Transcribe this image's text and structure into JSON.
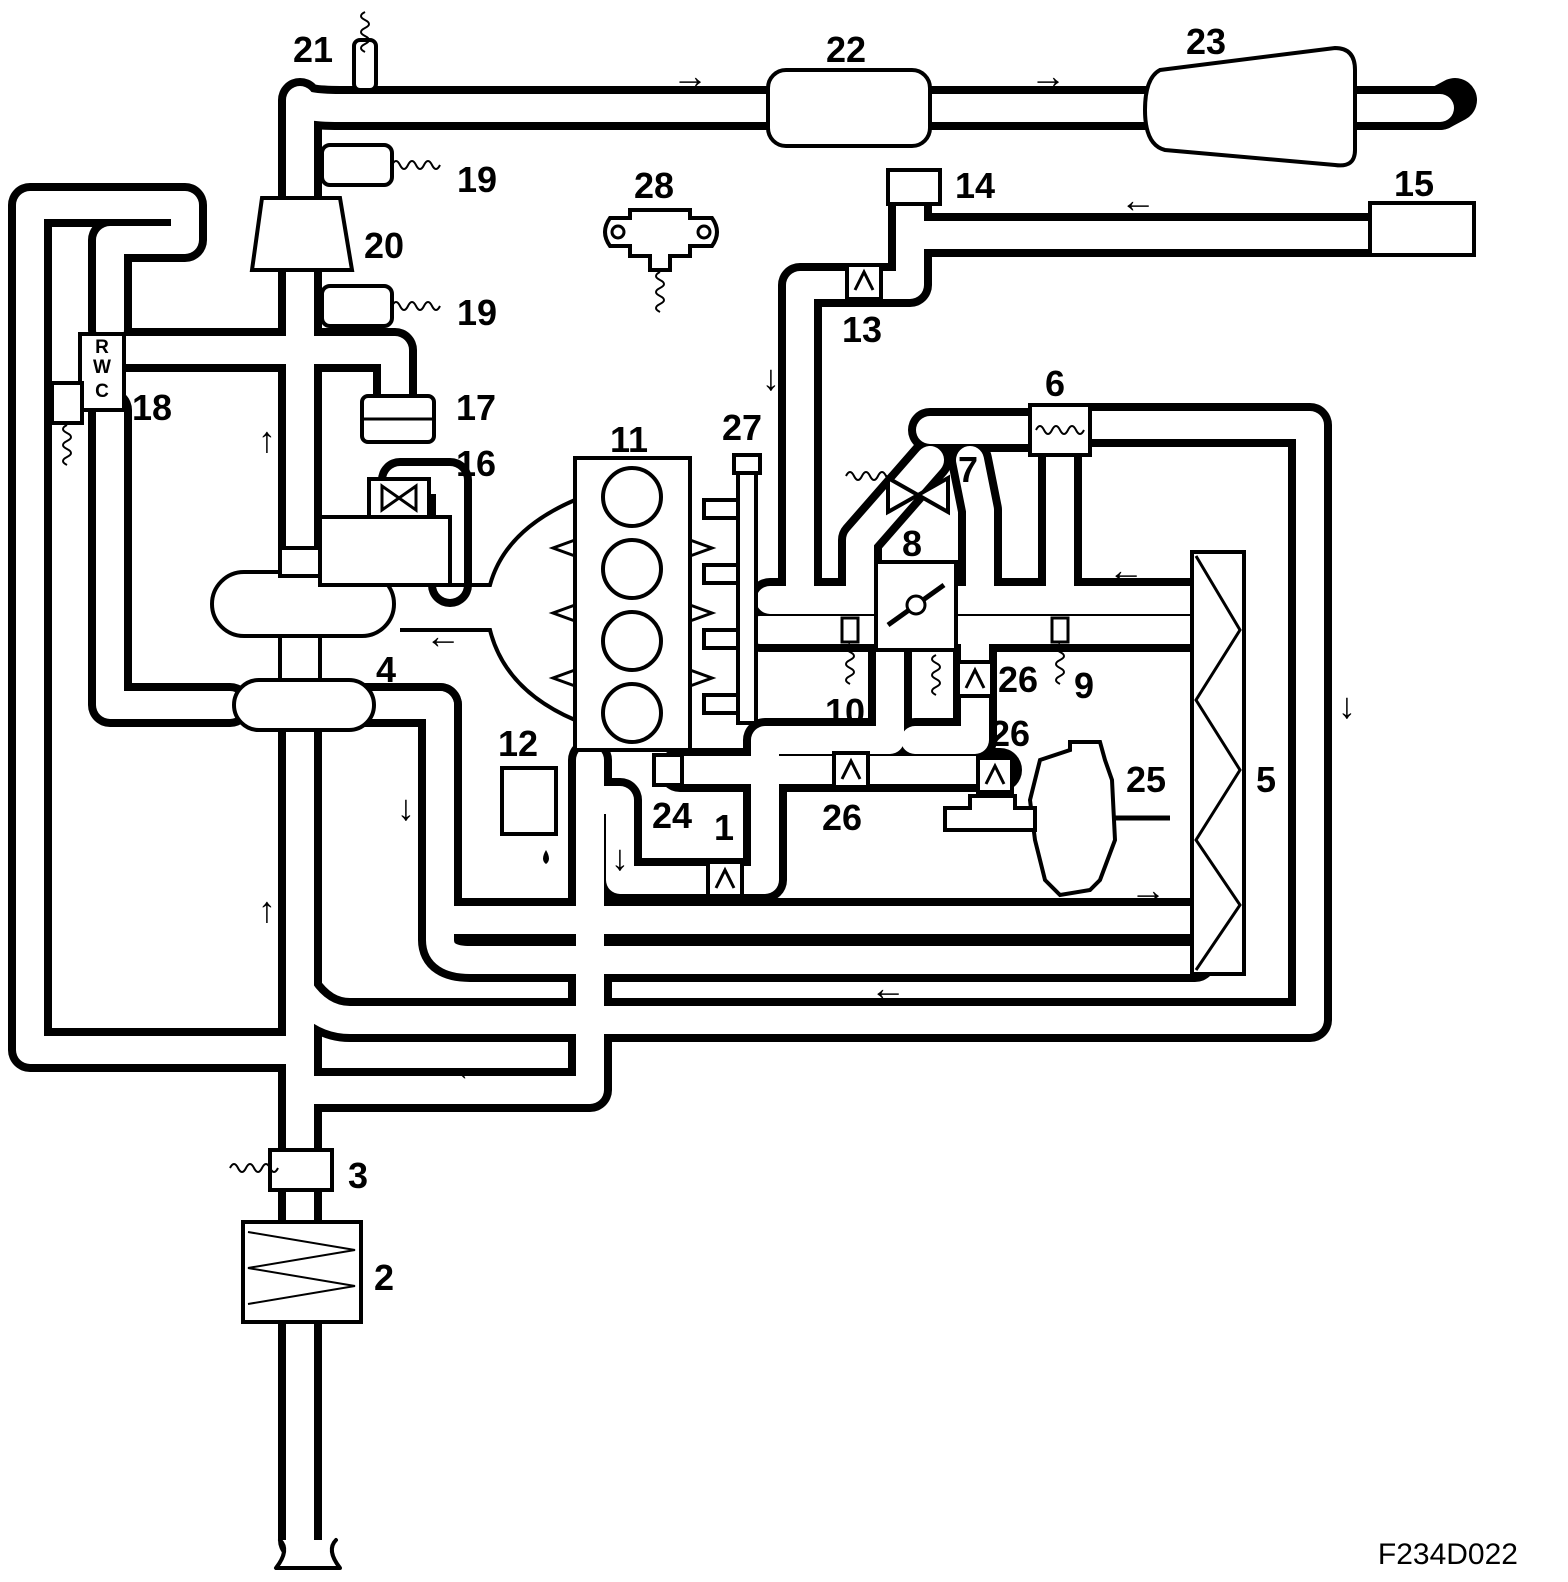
{
  "figure_code": "F234D022",
  "solenoid_port_letters": [
    "R",
    "W",
    "C"
  ],
  "callouts": {
    "c1": "1",
    "c2": "2",
    "c3": "3",
    "c4": "4",
    "c5": "5",
    "c6": "6",
    "c7": "7",
    "c8": "8",
    "c9": "9",
    "c10": "10",
    "c11": "11",
    "c12": "12",
    "c13": "13",
    "c14": "14",
    "c15": "15",
    "c16": "16",
    "c17": "17",
    "c18": "18",
    "c19a": "19",
    "c19b": "19",
    "c20": "20",
    "c21": "21",
    "c22": "22",
    "c23": "23",
    "c24": "24",
    "c25": "25",
    "c26a": "26",
    "c26b": "26",
    "c26c": "26",
    "c27": "27",
    "c28": "28"
  },
  "flow_arrows": {
    "right": "→",
    "left": "←",
    "up": "↑",
    "down": "↓"
  }
}
